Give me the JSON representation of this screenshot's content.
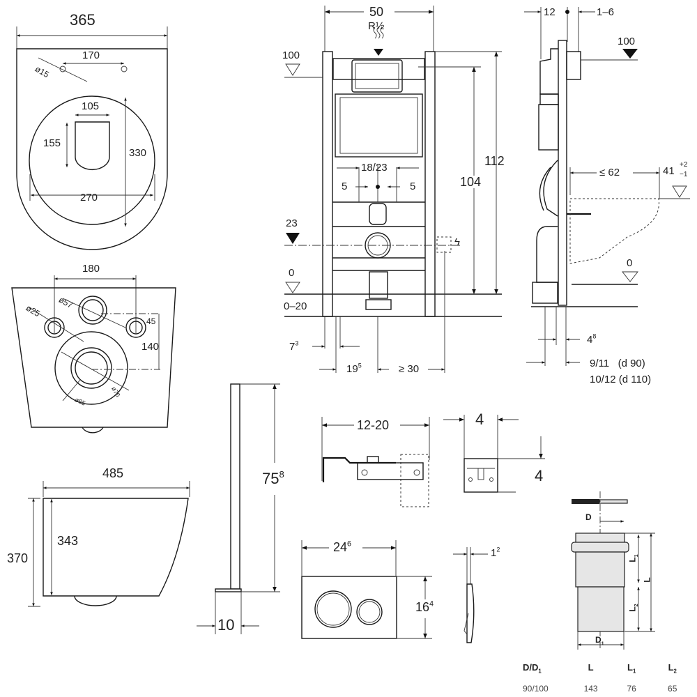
{
  "drawing": {
    "title": "Wall-hung WC with concealed installation frame — dimension drawing",
    "bowl_top_view": {
      "overall_width": "365",
      "hole_spacing": "170",
      "hole_diameter": "ø15",
      "seat_opening_width": "105",
      "seat_opening_length": "155",
      "bowl_inner_width": "270",
      "bowl_inner_length": "330"
    },
    "bowl_rear_view": {
      "bolt_spacing": "180",
      "bolt_hole_diameter": "ø25",
      "water_inlet_diameter": "ø57",
      "inlet_offset": "45",
      "bolt_to_outlet": "140",
      "outlet_outer_diameter": "ø85",
      "outlet_inner_diameter": "ø76"
    },
    "bowl_side_view": {
      "projection": "485",
      "total_height": "370",
      "body_height": "343"
    },
    "frame_front_view": {
      "frame_width": "50",
      "water_connection": "R½",
      "level_100": "100",
      "level_23": "23",
      "level_0": "0",
      "floor_range": "0–20",
      "height_112": "112",
      "height_104": "104",
      "bolt_spacing": "18/23",
      "offset_left": "5",
      "offset_right": "5",
      "foot_dim_base": "7",
      "foot_dim_sup": "3",
      "leg_dim_base": "19",
      "leg_dim_sup": "5",
      "electrical_min": "≥ 30"
    },
    "frame_side_view": {
      "depth_12": "12",
      "plate_range": "1–6",
      "level_100": "100",
      "projection_max": "≤ 62",
      "seat_height_base": "41",
      "seat_height_tol_plus": "+2",
      "seat_height_tol_minus": "−1",
      "level_0": "0",
      "foot_dim_base": "4",
      "foot_dim_sup": "8",
      "pipe_offset_d90": "9/11   (d 90)",
      "pipe_offset_d110": "10/12 (d 110)"
    },
    "leg_support": {
      "height_base": "75",
      "height_sup": "8",
      "foot_width": "10"
    },
    "wall_bracket": {
      "adjust_range": "12-20",
      "clip_width": "4",
      "clip_height": "4"
    },
    "flush_plate": {
      "width_base": "24",
      "width_sup": "6",
      "height_base": "16",
      "height_sup": "4",
      "thickness_base": "1",
      "thickness_sup": "2"
    },
    "connector_pipe": {
      "label_D": "D",
      "label_D1": "D",
      "label_D1_sub": "1",
      "label_L": "L",
      "label_L1": "L",
      "label_L1_sub": "1",
      "label_L2": "L",
      "label_L2_sub": "2"
    },
    "pipe_table": {
      "headers": [
        {
          "base": "D/D",
          "sub": "1"
        },
        {
          "base": "L",
          "sub": ""
        },
        {
          "base": "L",
          "sub": "1"
        },
        {
          "base": "L",
          "sub": "2"
        }
      ],
      "rows": [
        [
          "90/100",
          "143",
          "76",
          "65"
        ]
      ]
    }
  }
}
